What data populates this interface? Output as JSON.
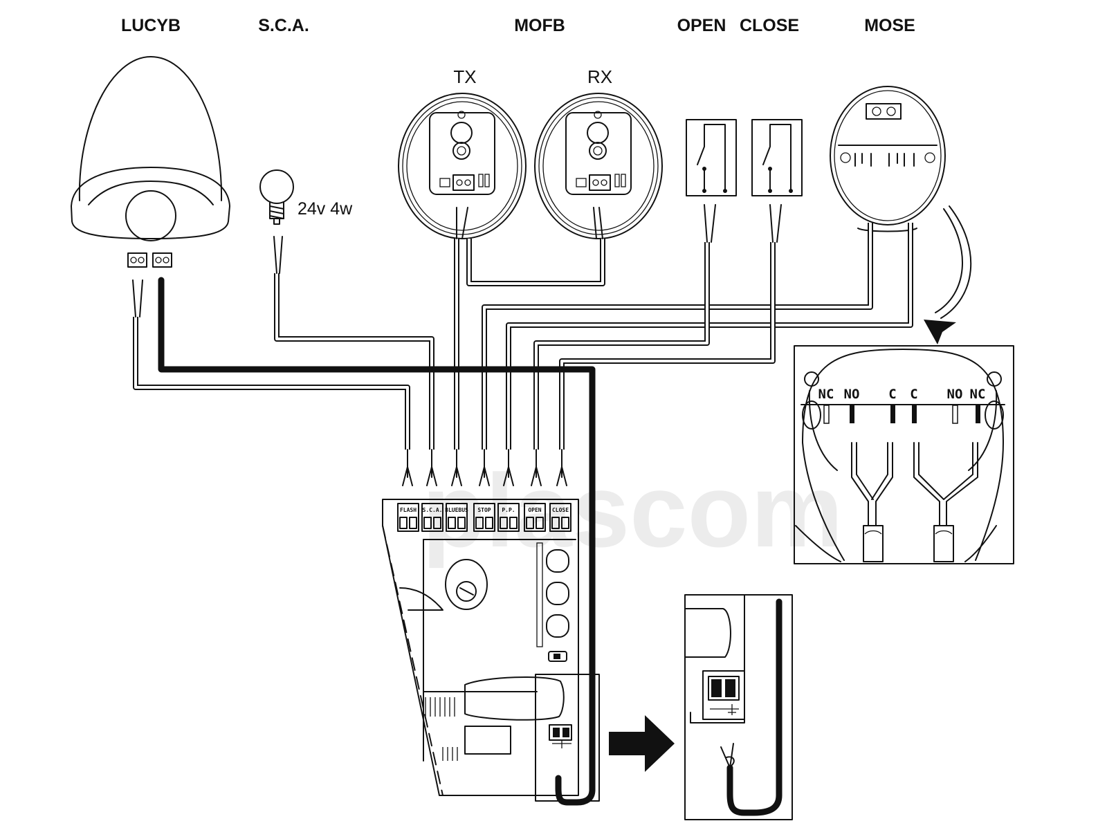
{
  "headers": {
    "lucyb": "LUCYB",
    "sca": "S.C.A.",
    "mofb": "MOFB",
    "open": "OPEN",
    "close": "CLOSE",
    "mose": "MOSE"
  },
  "photocell": {
    "tx": "TX",
    "rx": "RX"
  },
  "lamp": {
    "rating": "24v 4w"
  },
  "terminals": [
    "FLASH",
    "S.C.A.",
    "BLUEBUS",
    "STOP",
    "P.P.",
    "OPEN",
    "CLOSE"
  ],
  "mose_contacts": [
    "NC",
    "NO",
    "C",
    "C",
    "NO",
    "NC"
  ],
  "watermark": "plascom"
}
